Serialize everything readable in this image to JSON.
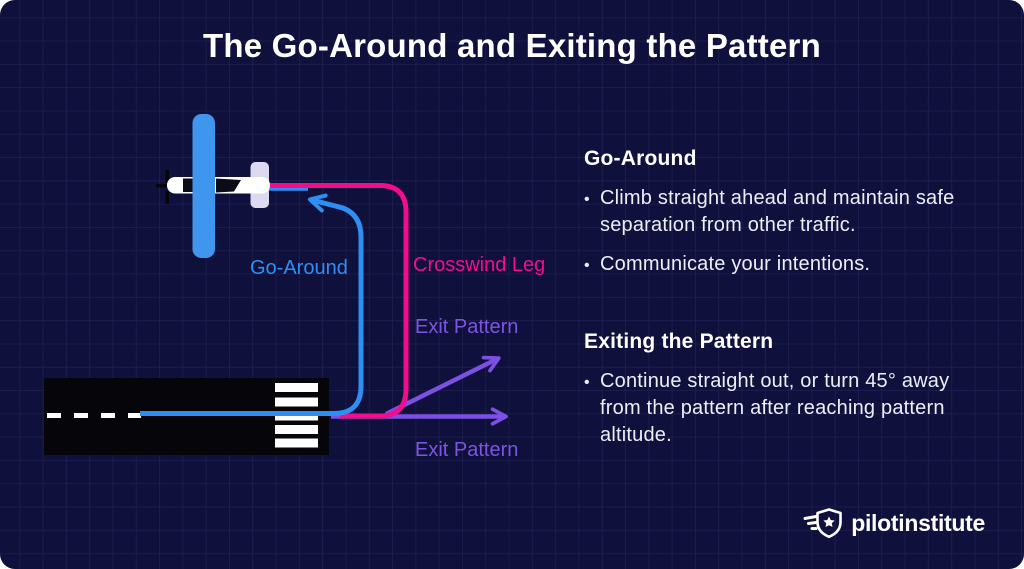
{
  "title": "The Go-Around and Exiting the Pattern",
  "bullet_char": "•",
  "diagram": {
    "labels": {
      "go_around": "Go-Around",
      "crosswind": "Crosswind Leg",
      "exit_upper": "Exit Pattern",
      "exit_lower": "Exit Pattern"
    },
    "colors": {
      "go_around_blue": "#2e8ff2",
      "crosswind_pink": "#f20d8c",
      "exit_purple": "#7b50e2",
      "wing_blue": "#4096ec",
      "fuselage_white": "#ffffff",
      "tail_lavender": "#dcd9f0",
      "runway_black": "#06060a",
      "marking_white": "#ffffff"
    }
  },
  "sections": [
    {
      "heading": "Go-Around",
      "bullets": [
        "Climb straight ahead and maintain safe separation from other traffic.",
        "Communicate your intentions."
      ]
    },
    {
      "heading": "Exiting the Pattern",
      "bullets": [
        "Continue straight out, or turn 45° away from the pattern after reaching pattern altitude."
      ]
    }
  ],
  "branding": {
    "logo_text": "pilotinstitute"
  },
  "theme": {
    "background": "#10103c",
    "grid_line": "#1c1c4f",
    "body_text": "#edeef8"
  }
}
